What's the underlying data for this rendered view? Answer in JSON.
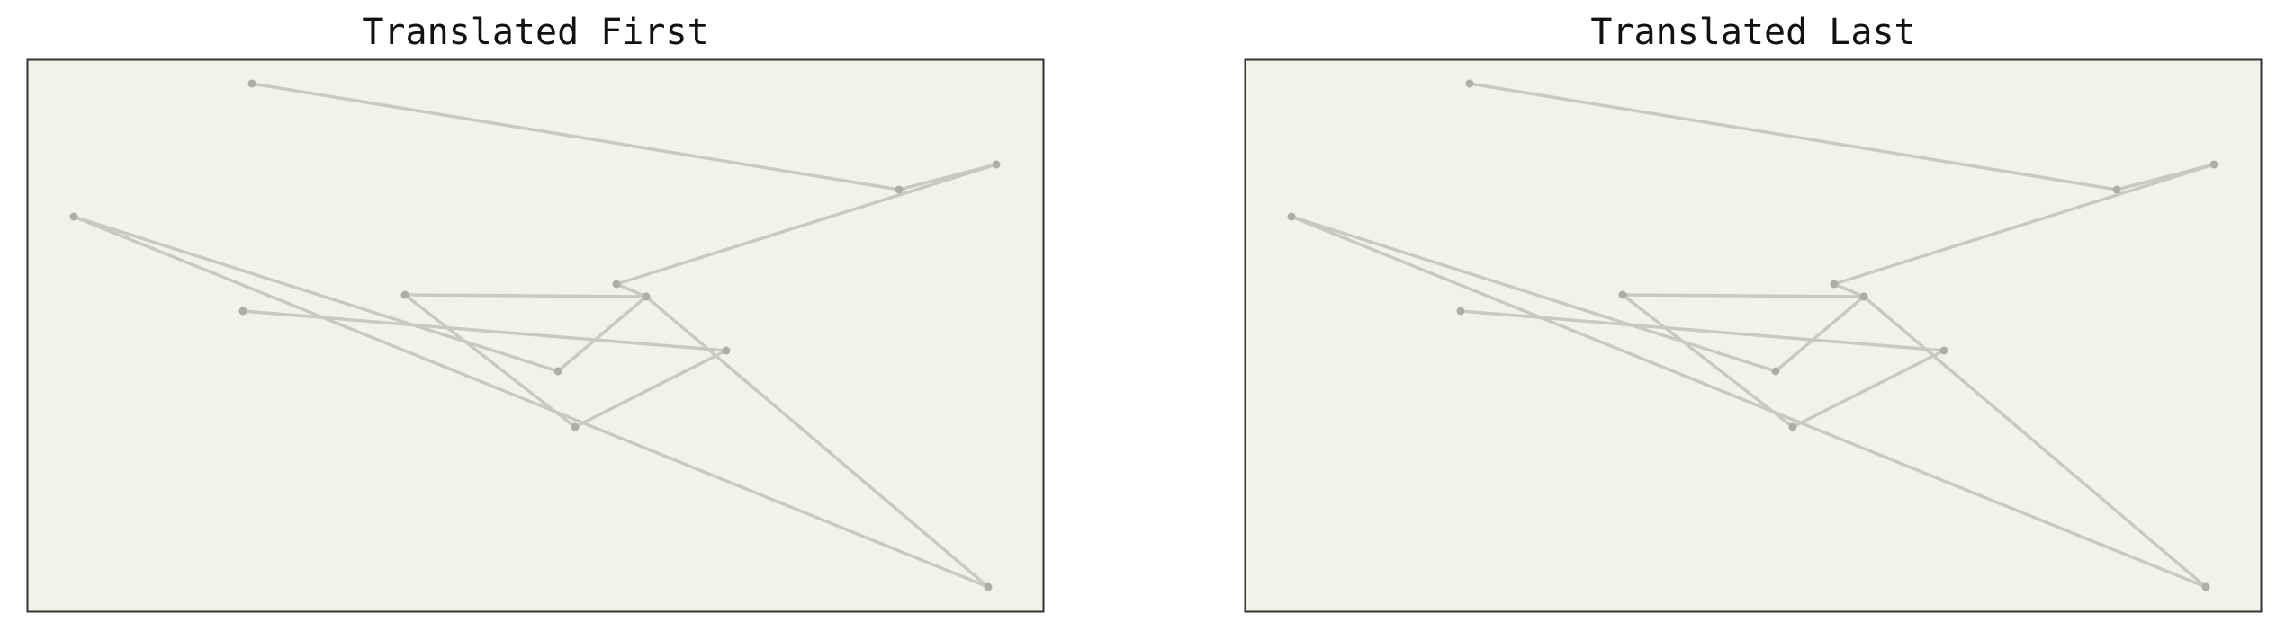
{
  "colors": {
    "plot_background": "#f2f2e8",
    "frame": "#333333",
    "line": "#c9c9bf",
    "point": "#aeaea4"
  },
  "chart_data": [
    {
      "type": "line",
      "title": "Translated First",
      "grid": false,
      "xlim": [
        0,
        1130
      ],
      "ylim": [
        0,
        615
      ],
      "points": [
        {
          "x": 250,
          "y": 588
        },
        {
          "x": 969,
          "y": 470
        },
        {
          "x": 1077,
          "y": 498
        },
        {
          "x": 655,
          "y": 365
        },
        {
          "x": 688,
          "y": 351
        },
        {
          "x": 1068,
          "y": 28
        },
        {
          "x": 52,
          "y": 440
        },
        {
          "x": 590,
          "y": 268
        },
        {
          "x": 688,
          "y": 351
        },
        {
          "x": 420,
          "y": 353
        },
        {
          "x": 609,
          "y": 206
        },
        {
          "x": 777,
          "y": 291
        },
        {
          "x": 240,
          "y": 335
        }
      ]
    },
    {
      "type": "line",
      "title": "Translated Last",
      "grid": false,
      "xlim": [
        0,
        1130
      ],
      "ylim": [
        0,
        615
      ],
      "points": [
        {
          "x": 250,
          "y": 588
        },
        {
          "x": 969,
          "y": 470
        },
        {
          "x": 1077,
          "y": 498
        },
        {
          "x": 655,
          "y": 365
        },
        {
          "x": 688,
          "y": 351
        },
        {
          "x": 1068,
          "y": 28
        },
        {
          "x": 52,
          "y": 440
        },
        {
          "x": 590,
          "y": 268
        },
        {
          "x": 688,
          "y": 351
        },
        {
          "x": 420,
          "y": 353
        },
        {
          "x": 609,
          "y": 206
        },
        {
          "x": 777,
          "y": 291
        },
        {
          "x": 240,
          "y": 335
        }
      ]
    }
  ]
}
